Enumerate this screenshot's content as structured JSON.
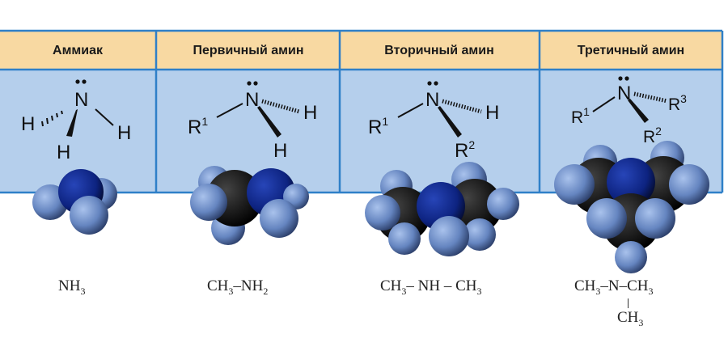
{
  "columns": [
    {
      "header": "Аммиак"
    },
    {
      "header": "Первичный амин"
    },
    {
      "header": "Вторичный амин"
    },
    {
      "header": "Третичный амин"
    }
  ],
  "atoms": {
    "N": "N",
    "H": "H",
    "R": "R",
    "one": "1",
    "two": "2",
    "three": "3"
  },
  "formulas": {
    "ammonia": {
      "a": "NH",
      "a_sub": "3"
    },
    "primary": {
      "a": "CH",
      "a_sub": "3",
      "b": "–NH",
      "b_sub": "2"
    },
    "secondary": {
      "a": "CH",
      "a_sub": "3",
      "b": "– NH – CH",
      "b_sub": "3"
    },
    "tertiary": {
      "a": "CH",
      "a_sub": "3",
      "b": "–N–CH",
      "b_sub": "3",
      "c": "CH",
      "c_sub": "3"
    }
  },
  "colors": {
    "header_bg": "#f8d9a2",
    "cell_bg": "#b5cfec",
    "border": "#2f80c8",
    "nitrogen": "#0e2a8c",
    "carbon": "#141414",
    "hydrogen": "#6e8fc8"
  }
}
